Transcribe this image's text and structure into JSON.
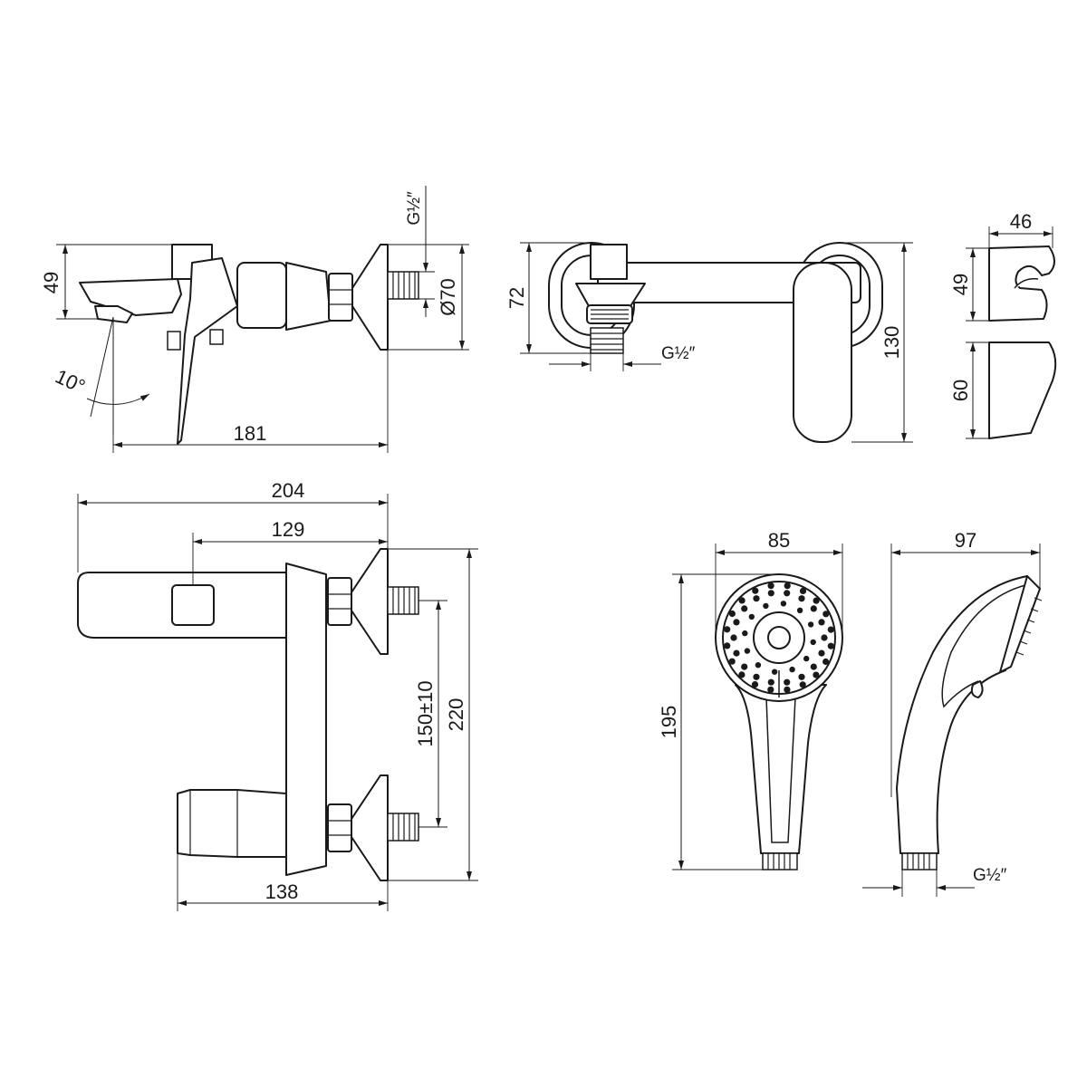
{
  "views": {
    "side_view": {
      "height_label": "49",
      "diameter_label": "Ø70",
      "thread_label": "G½″",
      "angle_label": "10°",
      "length_label": "181"
    },
    "back_view": {
      "height_label": "72",
      "thread_label": "G½″",
      "total_height_label": "130"
    },
    "holder_view": {
      "width_label": "46",
      "top_height_label": "49",
      "bottom_height_label": "60"
    },
    "front_view": {
      "total_width_label": "204",
      "spout_width_label": "129",
      "center_distance_label": "150±10",
      "total_height_label": "220",
      "base_width_label": "138"
    },
    "hand_shower_front": {
      "width_label": "85",
      "length_label": "195"
    },
    "hand_shower_side": {
      "width_label": "97",
      "thread_label": "G½″"
    }
  }
}
